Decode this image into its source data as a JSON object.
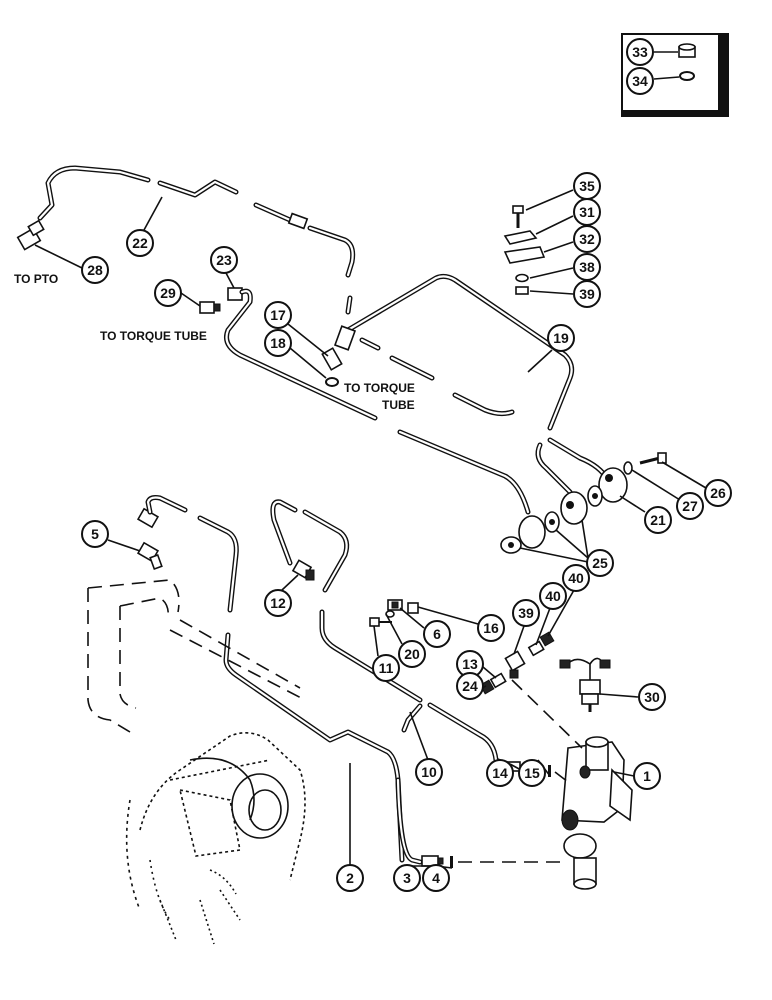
{
  "callouts": {
    "to_pto": "TO PTO",
    "to_torque_tube_left": "TO TORQUE TUBE",
    "to_torque_tube_mid_1": "TO TORQUE",
    "to_torque_tube_mid_2": "TUBE"
  },
  "inset_items": [
    "33",
    "34"
  ],
  "part_numbers": [
    "1",
    "2",
    "3",
    "4",
    "5",
    "6",
    "10",
    "11",
    "12",
    "13",
    "14",
    "15",
    "16",
    "17",
    "18",
    "19",
    "20",
    "21",
    "22",
    "23",
    "24",
    "25",
    "26",
    "27",
    "28",
    "29",
    "30",
    "31",
    "32",
    "35",
    "38",
    "39",
    "39",
    "40",
    "40"
  ]
}
